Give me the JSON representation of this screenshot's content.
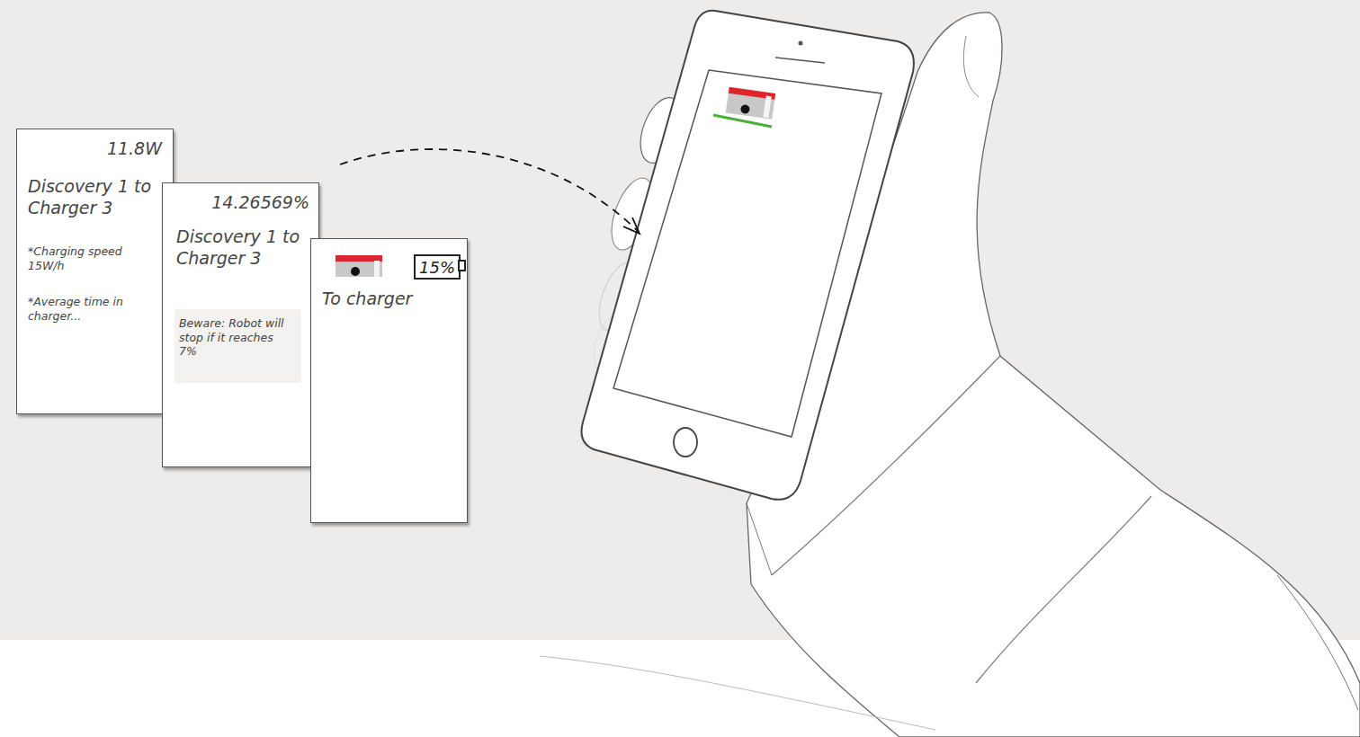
{
  "diagram": {
    "nodes": [
      {
        "text": [
          "11.8W",
          "Discovery 1 to Charger 3",
          "*Charging speed 15W/h",
          "*Average time in charger..."
        ]
      },
      {
        "text": [
          "14.26569%",
          "Discovery 1 to Charger 3"
        ]
      },
      {
        "text": [
          "Beware: Robot will stop if it reaches 7%"
        ],
        "in": 1
      },
      {
        "text": [
          "To charger"
        ]
      },
      {
        "text": [
          "15%"
        ],
        "in": 3
      }
    ]
  }
}
